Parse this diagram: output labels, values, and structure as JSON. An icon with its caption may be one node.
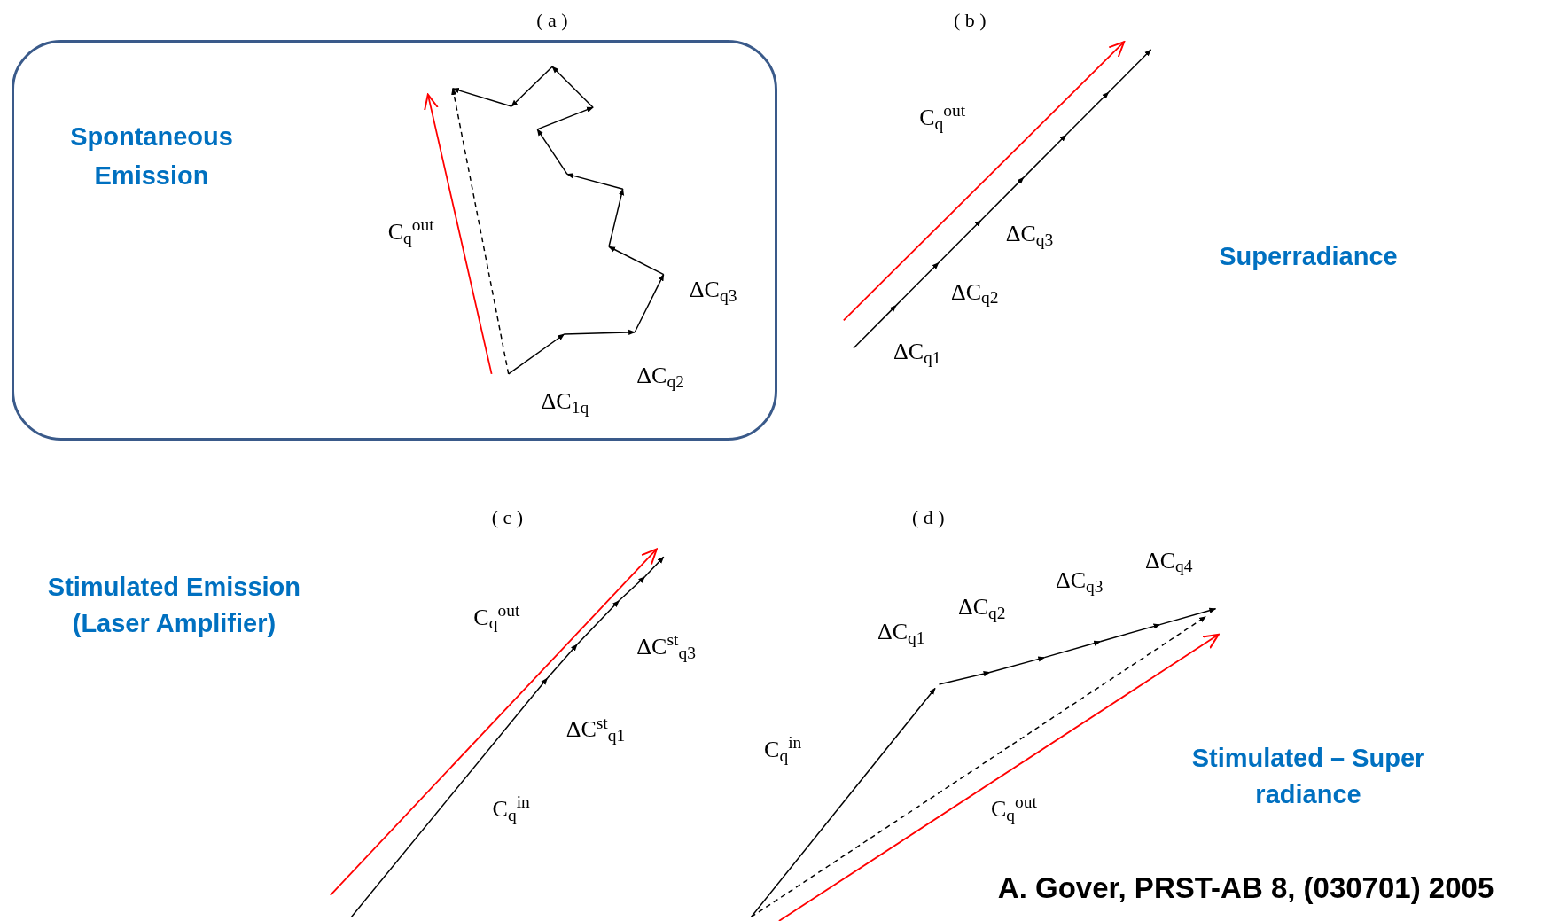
{
  "diagram": {
    "nodes": [
      {
        "text": [
          "Spontaneous Emission"
        ]
      }
    ],
    "edges": [],
    "labels": [
      "( a )",
      "C$_{q}$$^{out}$",
      "ΔC$_{q3}$",
      "ΔC$_{q2}$",
      "ΔC$_{1q}$",
      "( b )",
      "C$_{q}$$^{out}$",
      "ΔC$_{q3}$",
      "ΔC$_{q2}$",
      "ΔC$_{q1}$",
      "Superradiance",
      "( c )",
      "Stimulated Emission (Laser Amplifier)",
      "C$_{q}$$^{out}$",
      "ΔC$^{st}$$_{q3}$",
      "ΔC$^{st}$$_{q1}$",
      "C$_{q}$$^{in}$",
      "( d )",
      "ΔC$_{q4}$",
      "ΔC$_{q3}$",
      "ΔC$_{q2}$",
      "ΔC$_{q1}$",
      "C$_{q}$$^{in}$",
      "Stimulated – Super radiance",
      "C$_{q}$$^{out}$",
      "A. Gover, PRST-AB 8, (030701) 2005"
    ]
  }
}
